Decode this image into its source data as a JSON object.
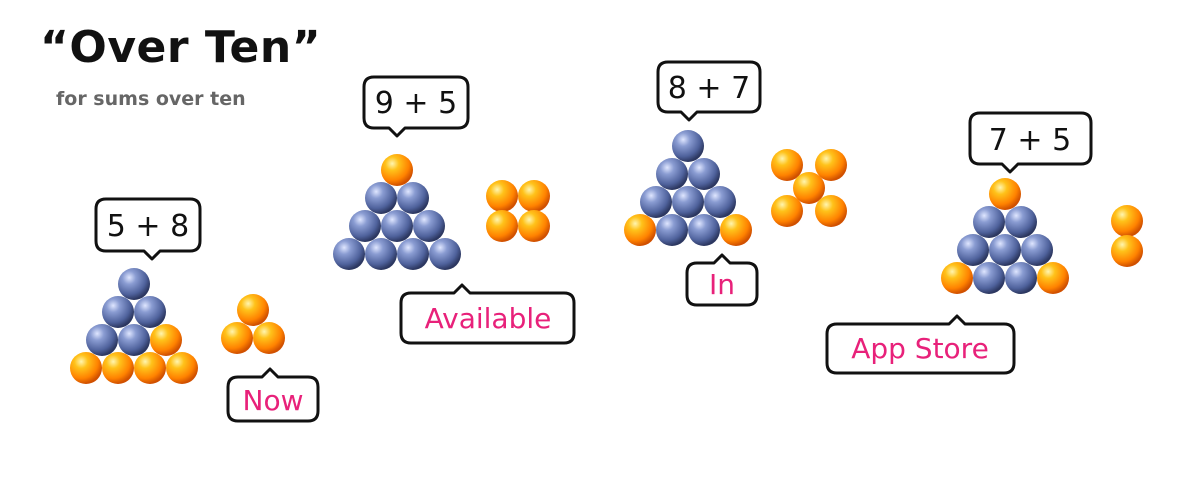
{
  "header": {
    "title": "“Over Ten”",
    "subtitle": "for sums over ten"
  },
  "groups": [
    {
      "sum": "5 + 8",
      "label": "Now",
      "triangle_rows": [
        1,
        2,
        3,
        4
      ],
      "extra_balls": 3
    },
    {
      "sum": "9 + 5",
      "label": "Available",
      "triangle_rows": [
        1,
        2,
        3,
        4
      ],
      "extra_balls": 4
    },
    {
      "sum": "8 + 7",
      "label": "In",
      "triangle_rows": [
        1,
        2,
        3,
        4
      ],
      "extra_balls": 5
    },
    {
      "sum": "7 + 5",
      "label": "App Store",
      "triangle_rows": [
        1,
        2,
        3,
        4
      ],
      "extra_balls": 2
    }
  ],
  "colors": {
    "blue_ball": "#5a6eaa",
    "orange_ball": "#ff8c00",
    "label_text": "#e8217a",
    "bubble_border": "#111111"
  }
}
